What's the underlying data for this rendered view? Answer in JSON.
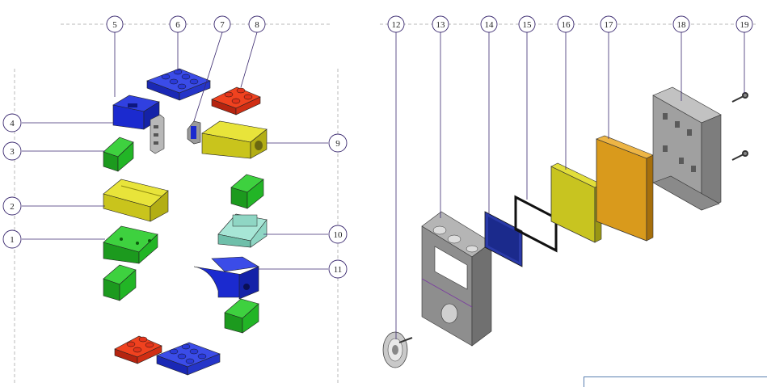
{
  "diagram": {
    "balloons": [
      "1",
      "2",
      "3",
      "4",
      "5",
      "6",
      "7",
      "8",
      "9",
      "10",
      "11",
      "12",
      "13",
      "14",
      "15",
      "16",
      "17",
      "18",
      "19"
    ]
  },
  "colors": {
    "blue": "#1f2fd0",
    "green": "#22b526",
    "yellow": "#d8d42a",
    "red": "#e3331a",
    "teal": "#8fd6c4",
    "gray": "#9a9a9a",
    "amber": "#d99a1c",
    "olive": "#c8c420",
    "navy": "#1b2a8c",
    "leader": "#3b2a70"
  }
}
